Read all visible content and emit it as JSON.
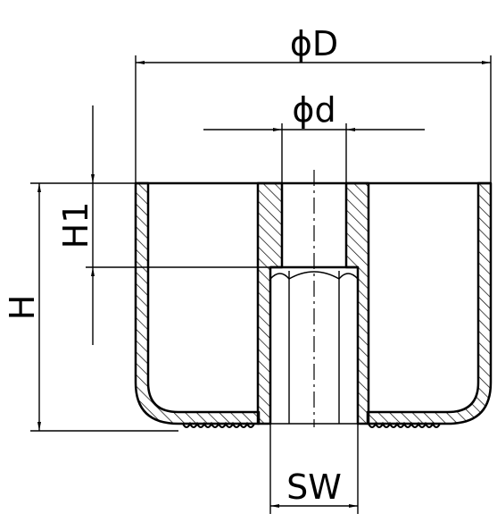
{
  "labels": {
    "outer_diameter": "ϕD",
    "inner_diameter": "ϕd",
    "height": "H",
    "thread_depth": "H1",
    "wrench_size": "SW"
  },
  "colors": {
    "line": "#000000",
    "background": "#ffffff"
  }
}
